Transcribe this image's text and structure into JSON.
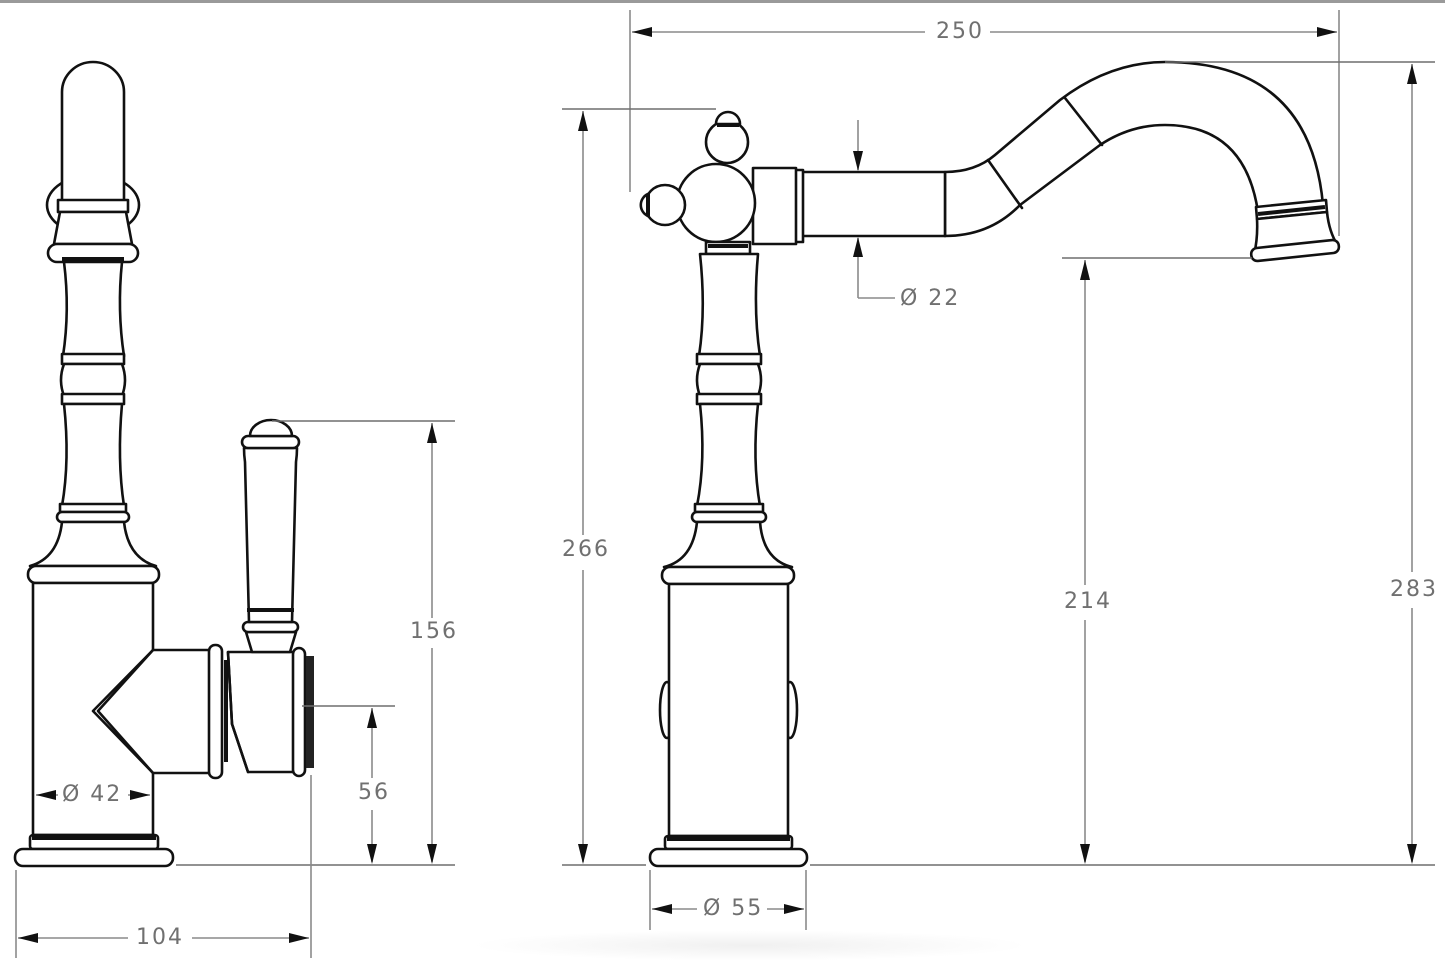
{
  "drawing": {
    "subject": "Faucet technical dimension drawing",
    "units": "mm",
    "colors": {
      "outline": "#111111",
      "dimension_line": "#8a8a8a",
      "dimension_text": "#707070",
      "background": "#ffffff"
    }
  },
  "side_view": {
    "dimensions": {
      "body_diameter": "Ø 42",
      "overall_depth": "104",
      "handle_height": "156",
      "outlet_height": "56"
    }
  },
  "front_view": {
    "dimensions": {
      "spout_reach": "250",
      "handle_top_height": "266",
      "spout_diameter": "Ø 22",
      "spout_outlet_height": "214",
      "overall_height": "283",
      "base_diameter": "Ø 55"
    }
  }
}
